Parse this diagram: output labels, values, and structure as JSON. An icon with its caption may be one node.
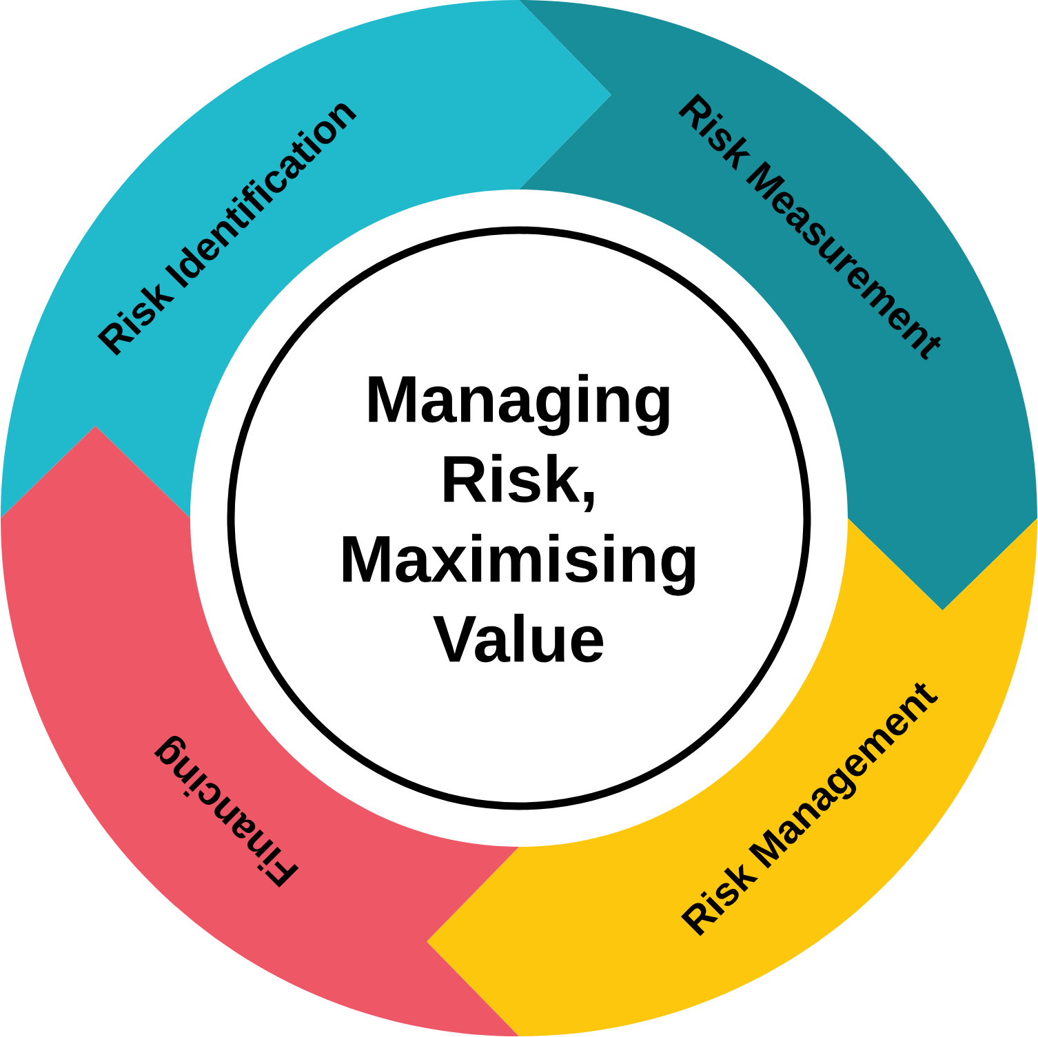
{
  "diagram": {
    "nodes": [
      {
        "text": [
          "Managing Risk, Maximising Value"
        ]
      },
      {
        "text": [
          "Risk Identification"
        ]
      },
      {
        "text": [
          "Risk Measurement"
        ]
      },
      {
        "text": [
          "Risk Management"
        ]
      },
      {
        "text": [
          "Financing"
        ]
      }
    ]
  }
}
